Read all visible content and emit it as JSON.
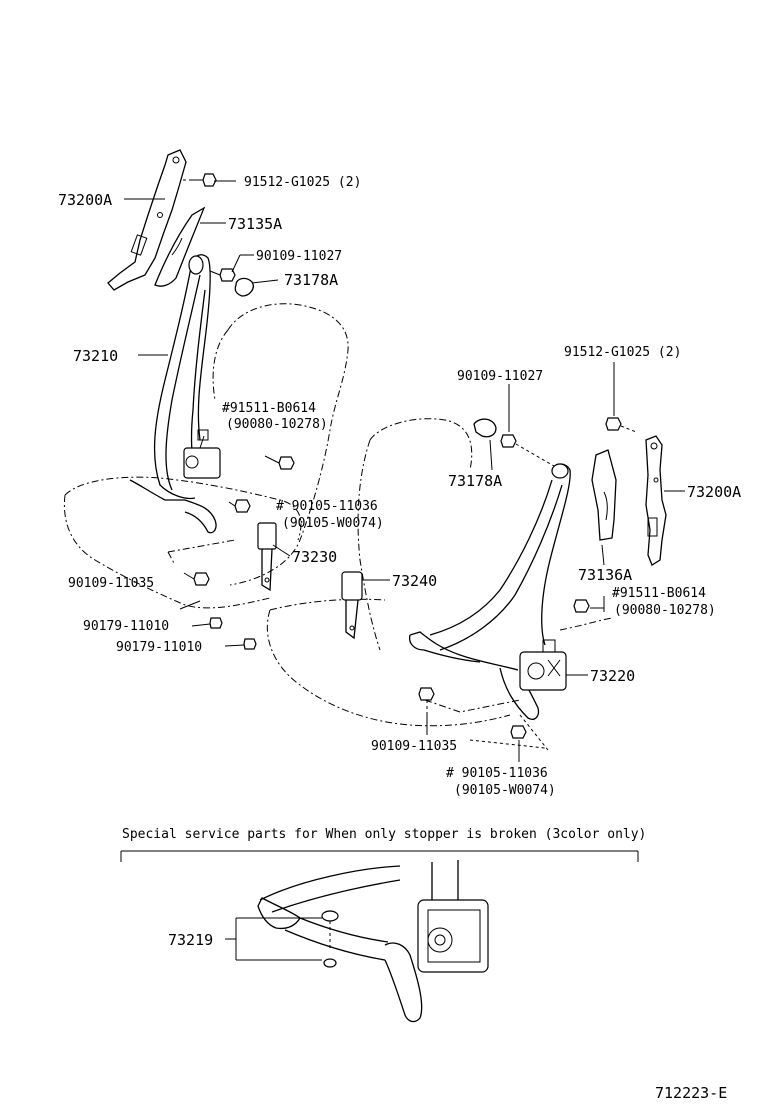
{
  "labels": {
    "l_73200A_left": "73200A",
    "l_91512_top": "91512-G1025 (2)",
    "l_73135A": "73135A",
    "l_90109_11027_left": "90109-11027",
    "l_73178A_left": "73178A",
    "l_73210": "73210",
    "l_91511_left": "#91511-B0614",
    "l_90080_left": "(90080-10278)",
    "l_90105_left": "# 90105-11036",
    "l_90105W_left": "(90105-W0074)",
    "l_73230": "73230",
    "l_90109_11035_left": "90109-11035",
    "l_90179_a": "90179-11010",
    "l_90179_b": "90179-11010",
    "l_73240": "73240",
    "l_91512_right": "91512-G1025 (2)",
    "l_90109_11027_right": "90109-11027",
    "l_73178A_right": "73178A",
    "l_73200A_right": "73200A",
    "l_73136A": "73136A",
    "l_91511_right": "#91511-B0614",
    "l_90080_right": "(90080-10278)",
    "l_73220": "73220",
    "l_90109_11035_right": "90109-11035",
    "l_90105_right": "# 90105-11036",
    "l_90105W_right": "(90105-W0074)",
    "special_note": "Special service parts for When only stopper is broken (3color only)",
    "l_73219": "73219",
    "figure_id": "712223-E"
  }
}
